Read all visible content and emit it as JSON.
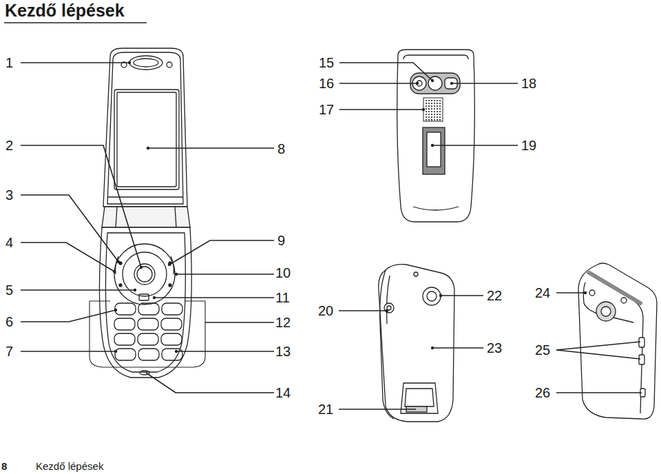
{
  "diagram": {
    "title": "Kezdő lépések",
    "labels": [
      "1",
      "2",
      "3",
      "4",
      "5",
      "6",
      "7",
      "8",
      "9",
      "10",
      "11",
      "12",
      "13",
      "14",
      "15",
      "16",
      "17",
      "18",
      "19",
      "20",
      "21",
      "22",
      "23",
      "24",
      "25",
      "26",
      "8",
      "Kezdő lépések"
    ]
  }
}
